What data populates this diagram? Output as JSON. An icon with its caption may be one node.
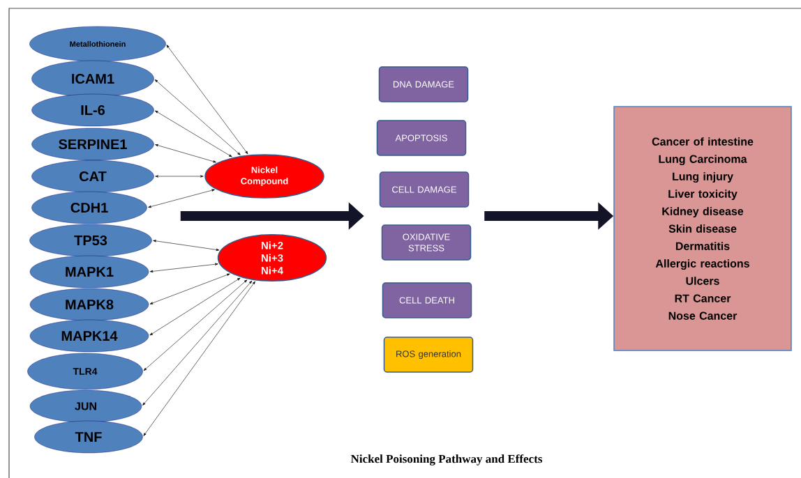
{
  "diagram": {
    "caption": "Nickel Poisoning Pathway and Effects",
    "nodes": [
      {
        "text": [
          "Metallothionein"
        ]
      },
      {
        "text": [
          "ICAM1"
        ]
      },
      {
        "text": [
          "IL-6"
        ]
      },
      {
        "text": [
          "SERPINE1"
        ]
      },
      {
        "text": [
          "CAT"
        ]
      },
      {
        "text": [
          "CDH1"
        ]
      },
      {
        "text": [
          "TP53"
        ]
      },
      {
        "text": [
          "MAPK1"
        ]
      },
      {
        "text": [
          "MAPK8"
        ]
      },
      {
        "text": [
          "MAPK14"
        ]
      },
      {
        "text": [
          "TLR4"
        ]
      },
      {
        "text": [
          "JUN"
        ]
      },
      {
        "text": [
          "TNF"
        ]
      },
      {
        "text": [
          "Nickel Compound"
        ]
      },
      {
        "text": [
          "Ni+2",
          "Ni+3",
          "Ni+4"
        ]
      },
      {
        "text": [
          "DNA DAMAGE"
        ]
      },
      {
        "text": [
          "APOPTOSIS"
        ]
      },
      {
        "text": [
          "CELL DAMAGE"
        ]
      },
      {
        "text": [
          "OXIDATIVE STRESS"
        ]
      },
      {
        "text": [
          "CELL DEATH"
        ]
      },
      {
        "text": [
          "ROS generation"
        ]
      },
      {
        "text": [
          "Cancer of intestine",
          "Lung Carcinoma",
          "Lung injury",
          "Liver toxicity",
          "Kidney disease",
          "Skin disease",
          "Dermatitis",
          "Allergic reactions",
          "Ulcers",
          "RT Cancer",
          "Nose Cancer"
        ]
      }
    ],
    "edges": [
      {
        "from": 0,
        "to": 13,
        "arrow": "both"
      },
      {
        "from": 1,
        "to": 13,
        "arrow": "both"
      },
      {
        "from": 2,
        "to": 13,
        "arrow": "both"
      },
      {
        "from": 3,
        "to": 13,
        "arrow": "both"
      },
      {
        "from": 4,
        "to": 13,
        "arrow": "both"
      },
      {
        "from": 5,
        "to": 13,
        "arrow": "both"
      },
      {
        "from": 6,
        "to": 14,
        "arrow": "both"
      },
      {
        "from": 7,
        "to": 14,
        "arrow": "both"
      },
      {
        "from": 8,
        "to": 14,
        "arrow": "both"
      },
      {
        "from": 9,
        "to": 14,
        "arrow": "both"
      },
      {
        "from": 10,
        "to": 14,
        "arrow": "both"
      },
      {
        "from": 11,
        "to": 14,
        "arrow": "both"
      },
      {
        "from": 12,
        "to": 14,
        "arrow": "both"
      },
      {
        "from": null,
        "to": 17,
        "arrow": "to",
        "style": "thick"
      },
      {
        "from": null,
        "to": 21,
        "arrow": "to",
        "style": "thick"
      }
    ]
  }
}
